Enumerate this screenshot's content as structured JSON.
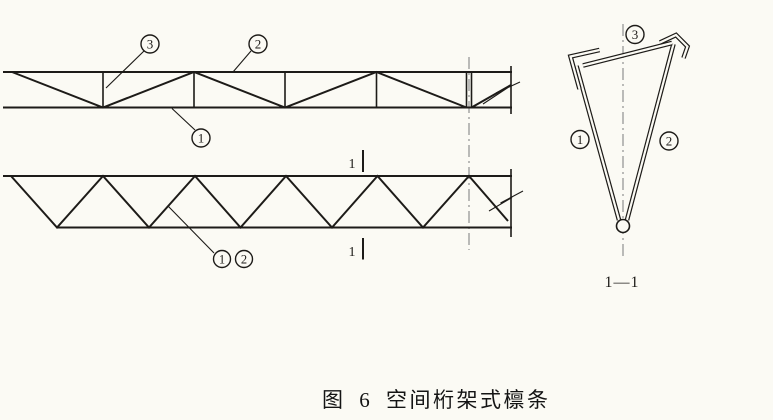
{
  "figure": {
    "caption": "图 6 空间桁架式檩条",
    "section_view_title": "1—1",
    "section_cut_mark": "1"
  },
  "callouts": {
    "elevation_top_lacing": "3",
    "elevation_top_chord": "2",
    "elevation_bottom_chord": "1",
    "plan_member_1": "1",
    "plan_member_2": "2",
    "section_left_member": "1",
    "section_right_member": "2",
    "section_top_lacing": "3"
  },
  "colors": {
    "line": "#1d1b18",
    "centerline": "#8f8f8f",
    "background": "#fbfaf4"
  }
}
